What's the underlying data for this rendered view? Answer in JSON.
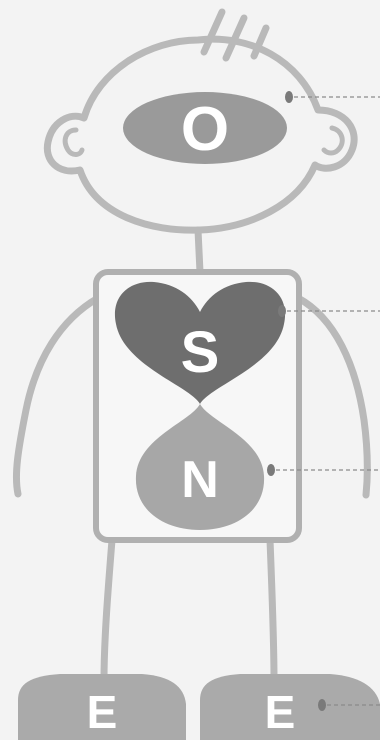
{
  "figure": {
    "head_label": "O",
    "heart_label": "S",
    "drop_label": "N",
    "left_foot_label": "E",
    "right_foot_label": "E"
  },
  "colors": {
    "background": "#f3f3f3",
    "outline": "#b9b9b9",
    "head_oval": "#9a9a9a",
    "heart": "#6e6e6e",
    "drop": "#a7a7a7",
    "feet": "#aaaaaa",
    "letters": "#ffffff"
  }
}
